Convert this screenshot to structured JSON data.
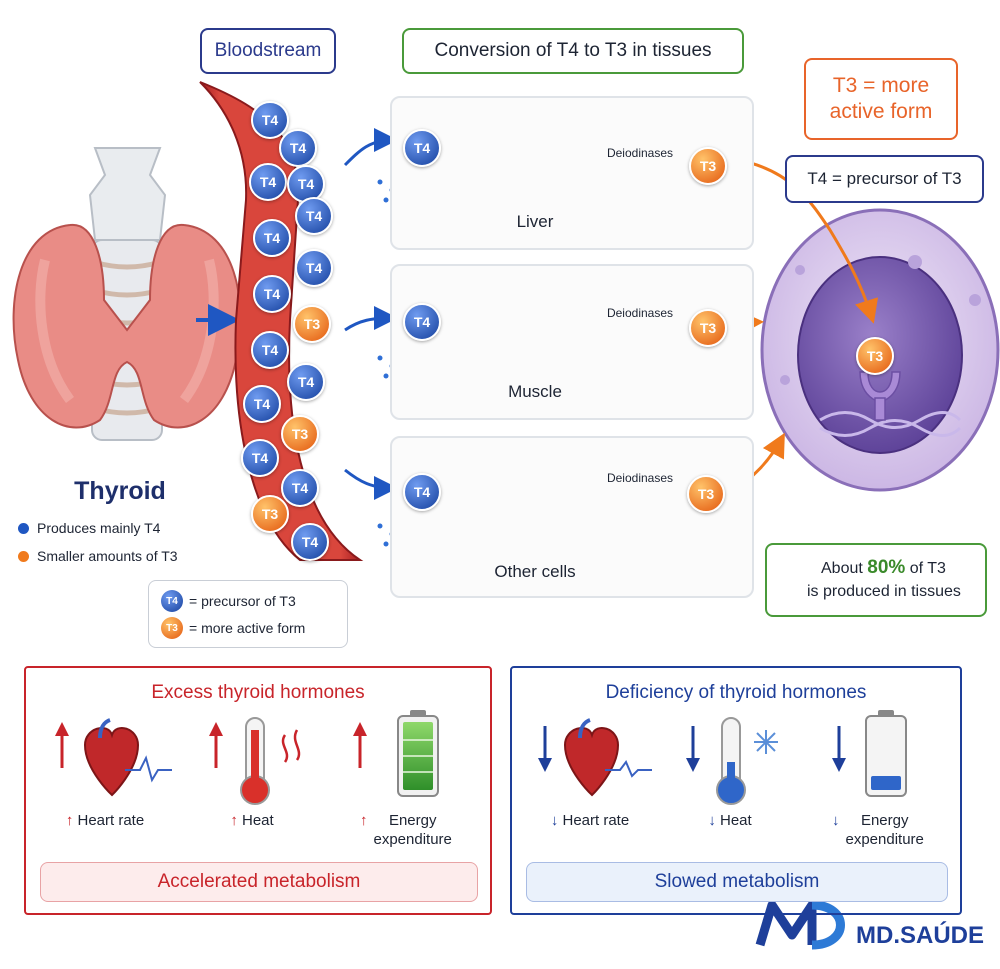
{
  "header": {
    "bloodstream": "Bloodstream",
    "conversion": "Conversion of T4 to T3 in tissues"
  },
  "callouts": {
    "t3_active": "T3 = more active form",
    "t4_precursor": "T4 = precursor of T3"
  },
  "hormones": {
    "t4": "T4",
    "t3": "T3"
  },
  "thyroid": {
    "title": "Thyroid",
    "produces_t4": "Produces mainly T4",
    "smaller_t3": "Smaller amounts of T3"
  },
  "legend": {
    "t4_text": "= precursor of T3",
    "t3_text": "= more active form"
  },
  "tissues": [
    {
      "name": "Liver",
      "enzyme": "Deiodinases"
    },
    {
      "name": "Muscle",
      "enzyme": "Deiodinases"
    },
    {
      "name": "Other cells",
      "enzyme": "Deiodinases"
    }
  ],
  "stat": {
    "prefix": "About",
    "value": "80%",
    "suffix": "of T3",
    "line2": "is produced in tissues"
  },
  "excess": {
    "title": "Excess thyroid hormones",
    "items": [
      {
        "arrow": "↑",
        "label": "Heart rate"
      },
      {
        "arrow": "↑",
        "label": "Heat"
      },
      {
        "arrow": "↑",
        "label": "Energy\nexpenditure"
      }
    ],
    "footer": "Accelerated metabolism"
  },
  "deficiency": {
    "title": "Deficiency of thyroid hormones",
    "items": [
      {
        "arrow": "↓",
        "label": "Heart rate"
      },
      {
        "arrow": "↓",
        "label": "Heat"
      },
      {
        "arrow": "↓",
        "label": "Energy\nexpenditure"
      }
    ],
    "footer": "Slowed metabolism"
  },
  "brand": {
    "name": "MD.SAÚDE"
  },
  "colors": {
    "t4": "#1f57c2",
    "t3": "#f07a1c",
    "red": "#c8242a",
    "blue": "#1e3f9a",
    "green": "#3a8a2a",
    "orange": "#e8642a"
  }
}
